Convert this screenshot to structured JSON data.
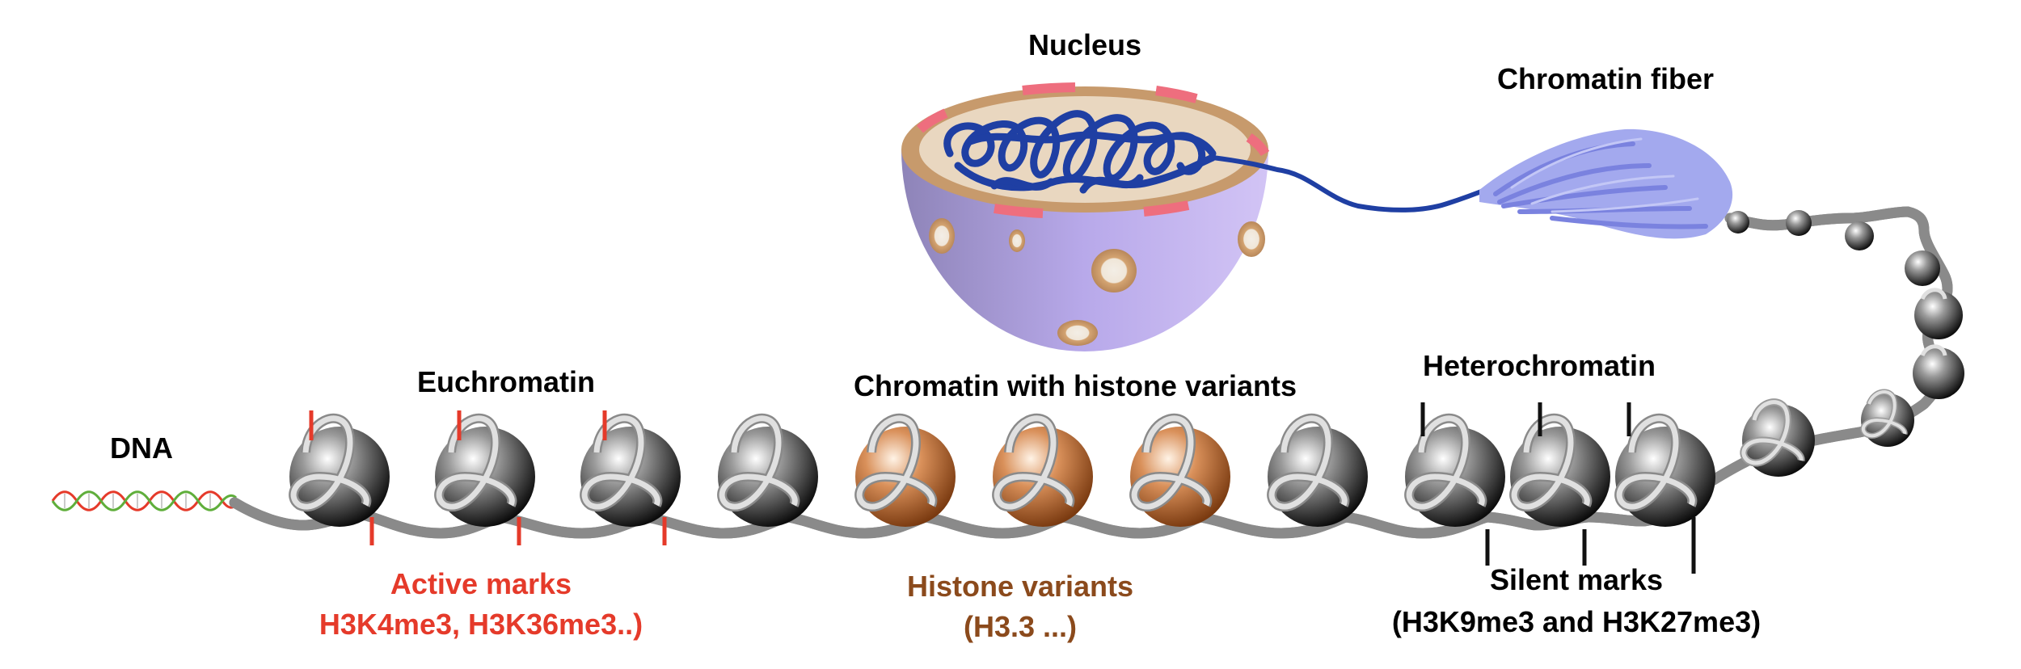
{
  "labels": {
    "nucleus": "Nucleus",
    "chromatin_fiber": "Chromatin fiber",
    "dna": "DNA",
    "euchromatin": "Euchromatin",
    "histone_variant_region": "Chromatin with histone variants",
    "heterochromatin": "Heterochromatin",
    "active_marks_title": "Active marks",
    "active_marks_detail": "H3K4me3, H3K36me3..)",
    "histone_variants_title": "Histone variants",
    "histone_variants_detail": "(H3.3 ...)",
    "silent_marks_title": "Silent marks",
    "silent_marks_detail": "(H3K9me3 and H3K27me3)"
  },
  "colors": {
    "active_mark": "#e53a2a",
    "histone_variant": "#8b4a1c",
    "silent_mark": "#111111",
    "nucleus_shell": "#b7a6e6",
    "chromatin_blue": "#1f3fa3",
    "fiber_lavender": "#8f97e8",
    "nucleosome_grey": "#333333",
    "nucleosome_variant": "#c77a3c"
  },
  "nucleosomes": [
    {
      "type": "standard",
      "active_mark": true
    },
    {
      "type": "standard",
      "active_mark": true
    },
    {
      "type": "standard",
      "active_mark": true
    },
    {
      "type": "standard",
      "active_mark": false
    },
    {
      "type": "variant",
      "active_mark": false
    },
    {
      "type": "variant",
      "active_mark": false
    },
    {
      "type": "variant",
      "active_mark": false
    },
    {
      "type": "standard",
      "active_mark": false
    },
    {
      "type": "standard",
      "silent_mark": true
    },
    {
      "type": "standard",
      "silent_mark": true
    },
    {
      "type": "standard",
      "silent_mark": true
    }
  ]
}
